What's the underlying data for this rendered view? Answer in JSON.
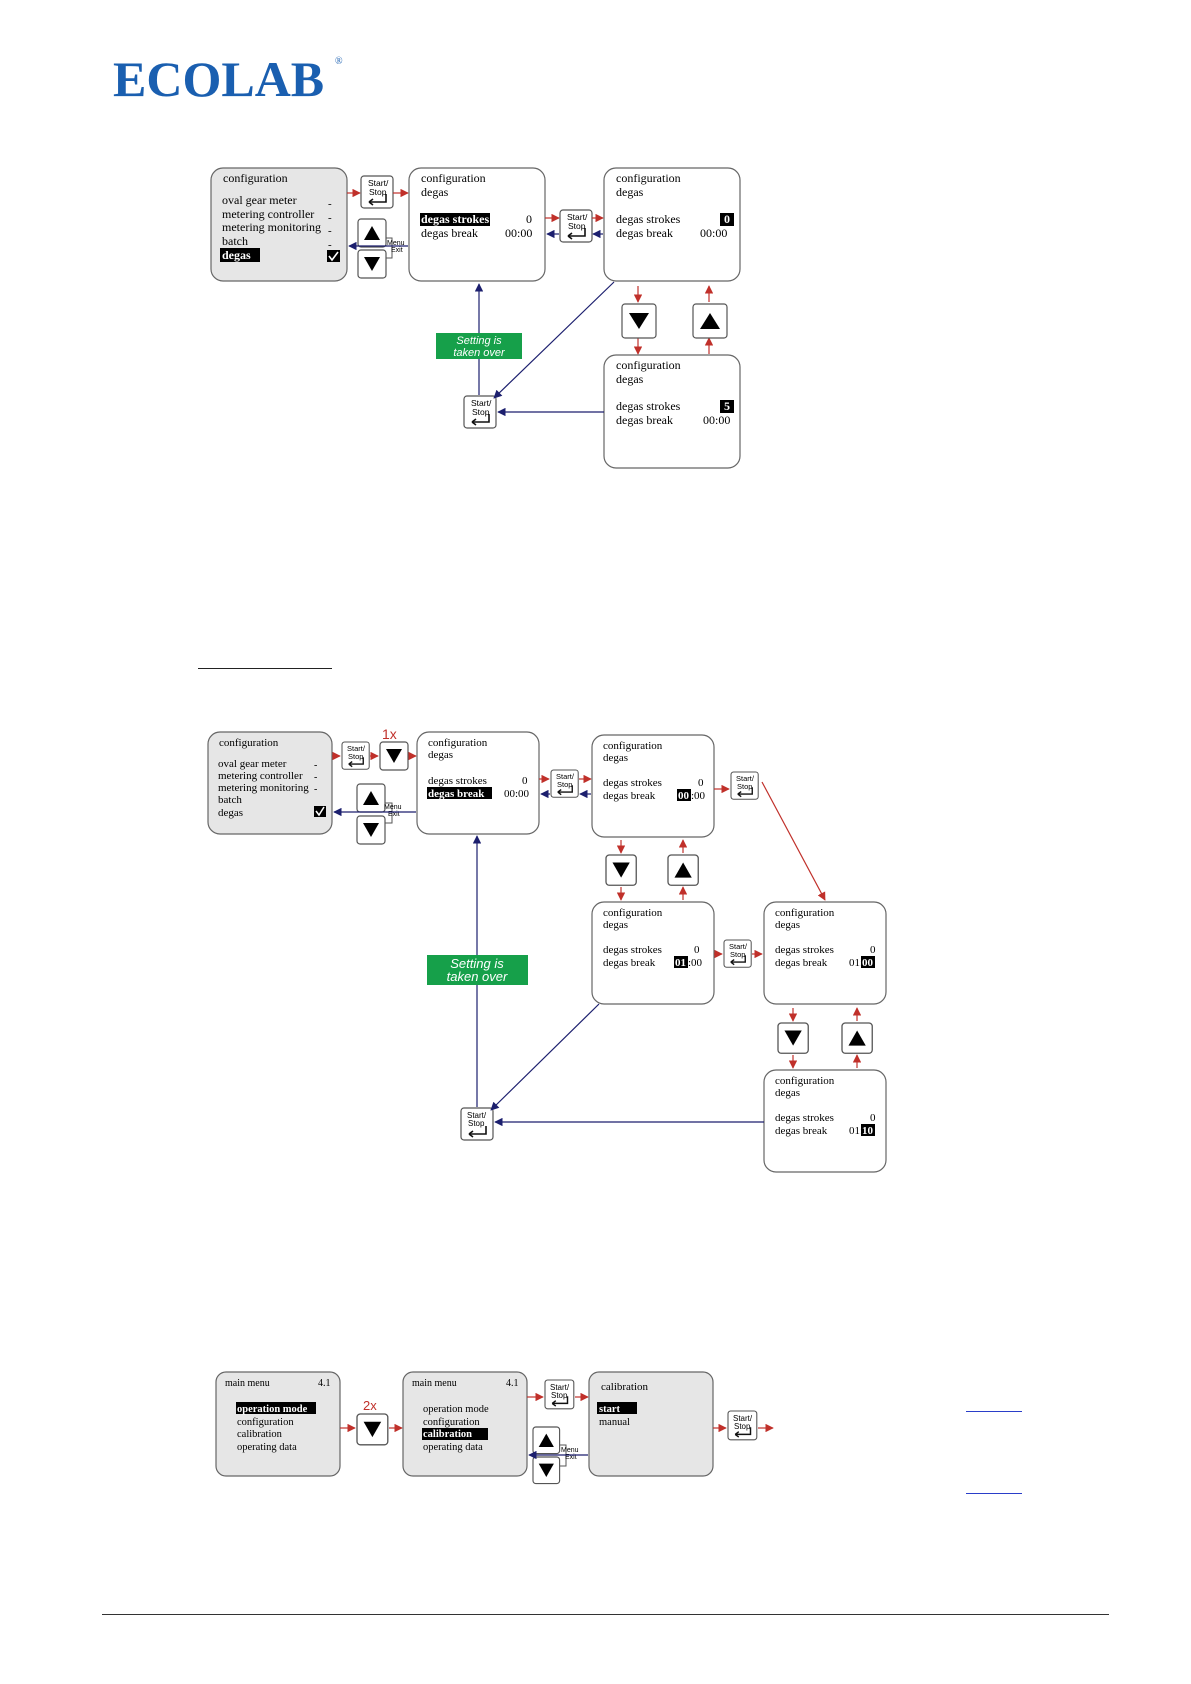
{
  "brand": {
    "name": "ECOLAB",
    "registered": "®",
    "color": "#1a5fb0"
  },
  "colors": {
    "red_arrow": "#c0302a",
    "navy_arrow": "#1c1f6e",
    "green_box": "#16a04a",
    "screen_grey": "#e6e6e6"
  },
  "keys": {
    "start_stop_line1": "Start/",
    "start_stop_line2": "Stop",
    "menu_exit_line1": "Menu",
    "menu_exit_line2": "Exit",
    "enter_icon": "return-arrow-icon",
    "up_icon": "triangle-up-icon",
    "down_icon": "triangle-down-icon"
  },
  "diagram1": {
    "config_menu": {
      "title": "configuration",
      "items": [
        "oval gear meter",
        "metering controller",
        "metering monitoring",
        "batch",
        "degas"
      ],
      "dashes": [
        "-",
        "-",
        "-",
        "-"
      ],
      "selected": "degas",
      "check_icon": "checkmark-icon"
    },
    "screen_a": {
      "title": "configuration",
      "subtitle": "degas",
      "row1_label": "degas strokes",
      "row1_value": "0",
      "row2_label": "degas break",
      "row2_value": "00:00"
    },
    "screen_b": {
      "title": "configuration",
      "subtitle": "degas",
      "row1_label": "degas strokes",
      "row1_value": "0",
      "row2_label": "degas break",
      "row2_value": "00:00"
    },
    "screen_c": {
      "title": "configuration",
      "subtitle": "degas",
      "row1_label": "degas strokes",
      "row1_value": "5",
      "row2_label": "degas break",
      "row2_value": "00:00"
    },
    "setting_label_line1": "Setting is",
    "setting_label_line2": "taken over"
  },
  "diagram2": {
    "repeat_label": "1x",
    "config_menu": {
      "title": "configuration",
      "items": [
        "oval gear meter",
        "metering controller",
        "metering monitoring",
        "batch",
        "degas"
      ],
      "dashes": [
        "-",
        "-",
        "-"
      ],
      "check_icon": "checkmark-icon"
    },
    "screen_a": {
      "title": "configuration",
      "subtitle": "degas",
      "row1_label": "degas strokes",
      "row1_value": "0",
      "row2_label": "degas break",
      "row2_value": "00:00"
    },
    "screen_b": {
      "title": "configuration",
      "subtitle": "degas",
      "row1_label": "degas strokes",
      "row1_value": "0",
      "row2_value_hl": "00",
      "row2_value_rest": ":00",
      "row2_label": "degas break"
    },
    "screen_c": {
      "title": "configuration",
      "subtitle": "degas",
      "row1_label": "degas strokes",
      "row1_value": "0",
      "row2_label": "degas break",
      "row2_value_hl": "01",
      "row2_value_rest": ":00"
    },
    "screen_d": {
      "title": "configuration",
      "subtitle": "degas",
      "row1_label": "degas strokes",
      "row1_value": "0",
      "row2_label": "degas break",
      "row2_value_pre": "01:",
      "row2_value_hl": "00"
    },
    "screen_e": {
      "title": "configuration",
      "subtitle": "degas",
      "row1_label": "degas strokes",
      "row1_value": "0",
      "row2_label": "degas break",
      "row2_value_pre": "01:",
      "row2_value_hl": "10"
    },
    "setting_label_line1": "Setting is",
    "setting_label_line2": "taken over"
  },
  "diagram3": {
    "repeat_label": "2x",
    "main_menu_1": {
      "title": "main menu",
      "version": "4.1",
      "items": [
        "operation mode",
        "configuration",
        "calibration",
        "operating data"
      ],
      "selected": "operation mode"
    },
    "main_menu_2": {
      "title": "main menu",
      "version": "4.1",
      "items": [
        "operation mode",
        "configuration",
        "calibration",
        "operating data"
      ],
      "selected": "calibration"
    },
    "calibration": {
      "title": "calibration",
      "items": [
        "start",
        "manual"
      ],
      "selected": "start"
    }
  }
}
